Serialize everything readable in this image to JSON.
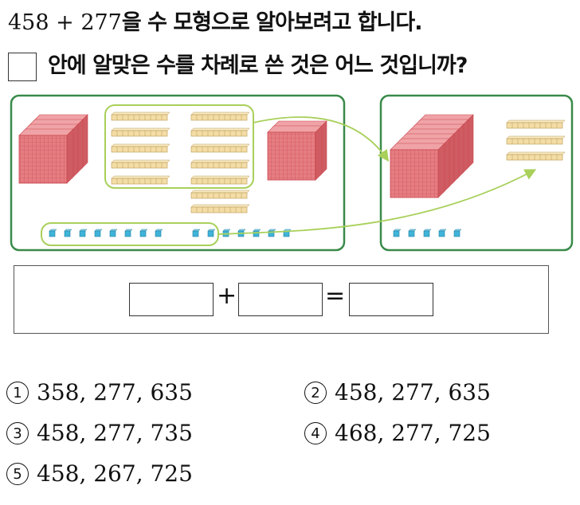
{
  "question": {
    "line1": {
      "expression": "458 + 277",
      "text": "을 수 모형으로 알아보려고 합니다."
    },
    "line2": {
      "text": "안에 알맞은 수를 차례로 쓴 것은 어느 것입니까?"
    }
  },
  "equation": {
    "plus": "+",
    "equals": "="
  },
  "choices": [
    {
      "mark": "1",
      "text": "358, 277, 635"
    },
    {
      "mark": "2",
      "text": "458, 277, 635"
    },
    {
      "mark": "3",
      "text": "458, 277, 735"
    },
    {
      "mark": "4",
      "text": "468, 277, 725"
    },
    {
      "mark": "5",
      "text": "458, 267, 725"
    }
  ],
  "colors": {
    "panel_border": "#3a8a4a",
    "group_border": "#a8d05a",
    "hundred_fill": "#e57d82",
    "ten_fill": "#f3dca6",
    "one_fill": "#3fb4d9",
    "arrow": "#a8d05a"
  }
}
